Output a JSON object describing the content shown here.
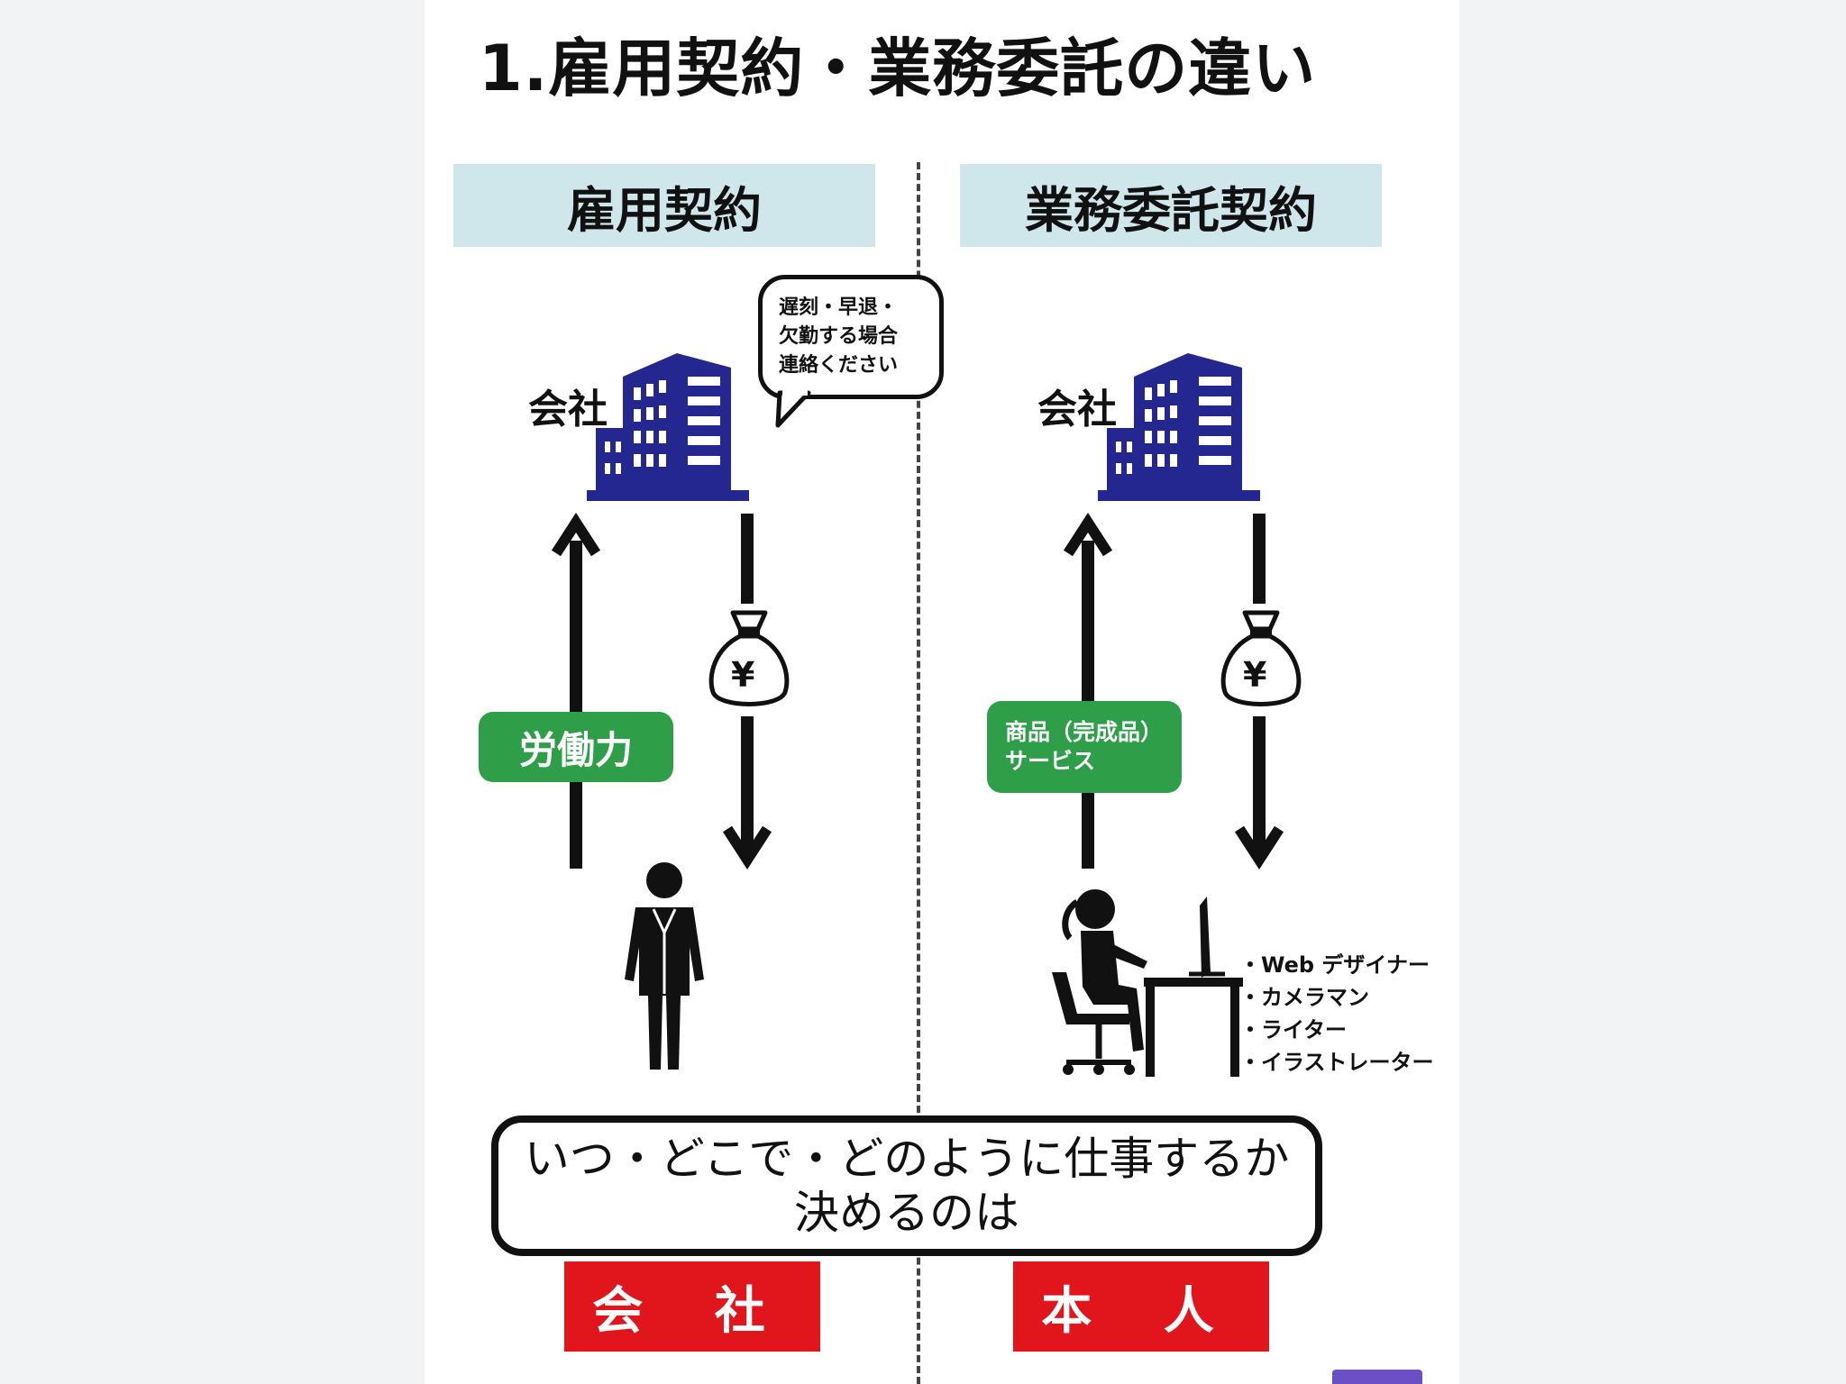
{
  "title": "1.雇用契約・業務委託の違い",
  "left": {
    "header": "雇用契約",
    "company_label": "会社",
    "speech_lines": [
      "遅刻・早退・",
      "欠勤する場合",
      "連絡ください"
    ],
    "flow_label": "労働力",
    "yen": "¥",
    "decider": "会 社"
  },
  "right": {
    "header": "業務委託契約",
    "company_label": "会社",
    "flow_label_lines": [
      "商品（完成品）",
      "サービス"
    ],
    "yen": "¥",
    "roles": [
      "Web デザイナー",
      "カメラマン",
      "ライター",
      "イラストレーター"
    ],
    "decider": "本 人"
  },
  "decision": {
    "line1": "いつ・どこで・どのように仕事するか",
    "line2": "決めるのは"
  },
  "colors": {
    "header_bg": "#cfe7ea",
    "building": "#24278f",
    "green": "#2e9e48",
    "red": "#e0161c"
  }
}
